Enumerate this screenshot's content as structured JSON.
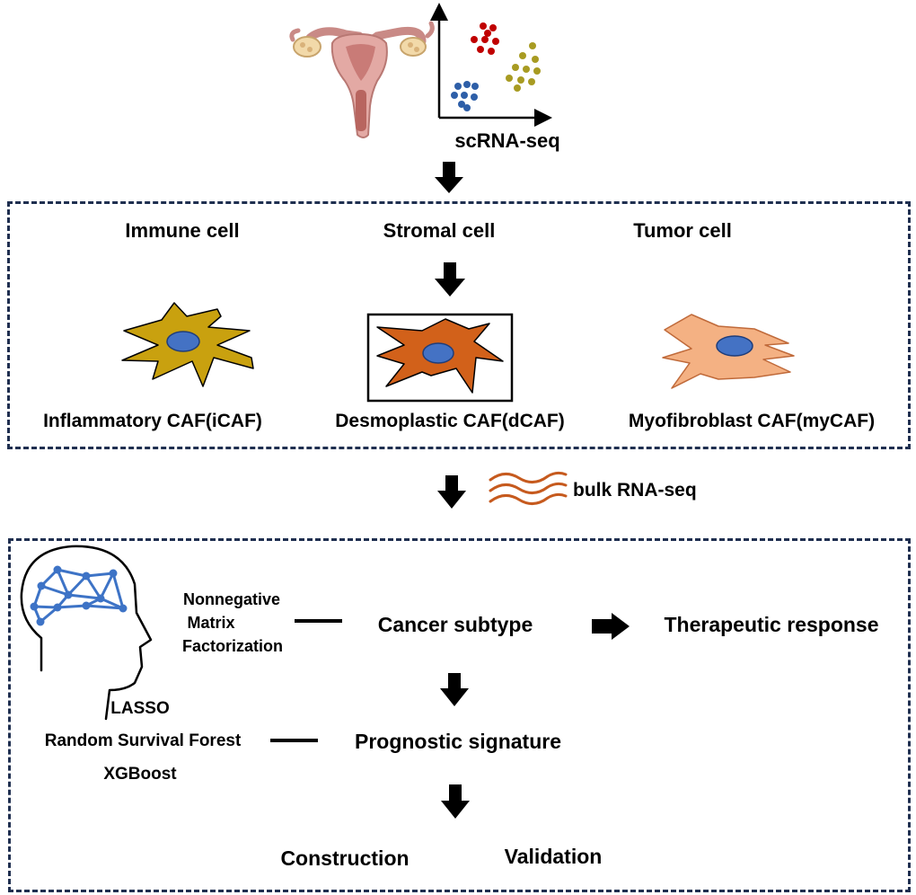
{
  "top": {
    "scrna_label": "scRNA-seq"
  },
  "cells": {
    "header_immune": "Immune cell",
    "header_stromal": "Stromal cell",
    "header_tumor": "Tumor cell",
    "icaf": "Inflammatory CAF(iCAF)",
    "dcaf": "Desmoplastic CAF(dCAF)",
    "mycaf": "Myofibroblast CAF(myCAF)"
  },
  "bulk": {
    "label": "bulk RNA-seq"
  },
  "analysis": {
    "nmf_line1": "Nonnegative",
    "nmf_line2": "Matrix",
    "nmf_line3": "Factorization",
    "cancer_subtype": "Cancer subtype",
    "therapeutic_response": "Therapeutic response",
    "ml_lasso": "LASSO",
    "ml_rsf": "Random Survival Forest",
    "ml_xgboost": "XGBoost",
    "prognostic_signature": "Prognostic signature",
    "construction": "Construction",
    "validation": "Validation"
  },
  "colors": {
    "box_border": "#1f2f50",
    "icaf_fill": "#c9a10f",
    "dcaf_fill": "#d2611a",
    "mycaf_fill": "#f4b183",
    "nucleus": "#4472c4",
    "network": "#3d73c6",
    "wave": "#c65a1e",
    "scatter_red": "#c00000",
    "scatter_olive": "#a89b22",
    "scatter_blue": "#2e5fa8"
  },
  "icons": [
    "uterus-icon",
    "scatter-plot-icon",
    "head-network-icon",
    "wave-icon",
    "down-arrow-icon",
    "right-arrow-icon"
  ]
}
